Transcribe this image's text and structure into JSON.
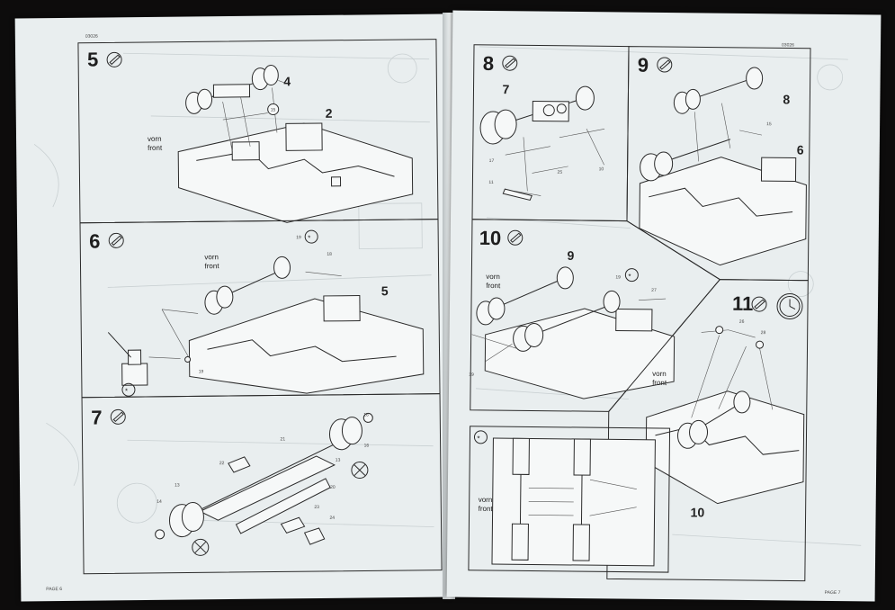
{
  "left_page": {
    "header_code": "03026",
    "footer": "PAGE 6",
    "steps": [
      {
        "number": "5",
        "vorn": "vorn",
        "front": "front",
        "parts": [
          "4",
          "2",
          "15"
        ]
      },
      {
        "number": "6",
        "vorn": "vorn",
        "front": "front",
        "parts": [
          "19",
          "18",
          "5",
          "19"
        ]
      },
      {
        "number": "7",
        "parts": [
          "16",
          "21",
          "22",
          "13",
          "14",
          "20",
          "23",
          "24",
          "13",
          "16"
        ]
      }
    ]
  },
  "right_page": {
    "header_code": "03026",
    "footer": "PAGE 7",
    "steps": [
      {
        "number": "8",
        "parts": [
          "7",
          "17",
          "25",
          "11",
          "10"
        ]
      },
      {
        "number": "9",
        "parts": [
          "8",
          "6",
          "15"
        ]
      },
      {
        "number": "10",
        "vorn": "vorn",
        "front": "front",
        "parts": [
          "9",
          "19",
          "27",
          "19"
        ]
      },
      {
        "number": "11",
        "vorn": "vorn",
        "front": "front",
        "parts": [
          "26",
          "28",
          "10"
        ]
      }
    ],
    "detail": {
      "vorn": "vorn",
      "front": "front"
    }
  },
  "colors": {
    "paper": "#e9eeef",
    "ink": "#1e1e1e",
    "background": "#0d0c0c"
  },
  "icons": [
    "glue-icon",
    "asterisk-icon",
    "clock-icon"
  ]
}
